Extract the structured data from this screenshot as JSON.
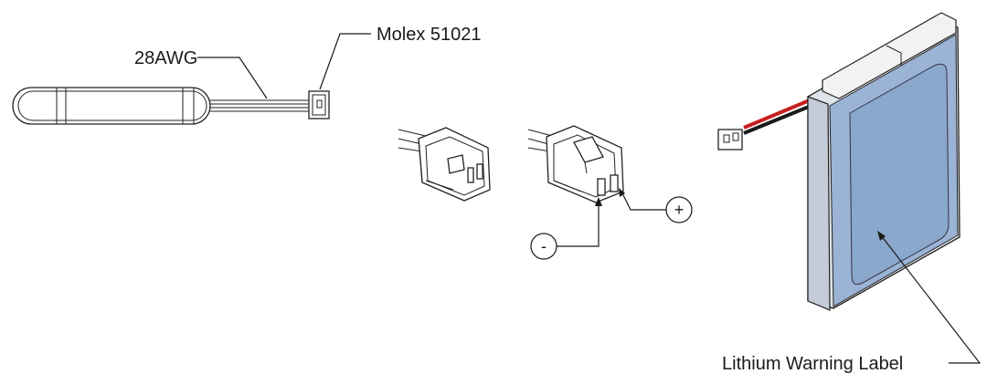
{
  "labels": {
    "wire_gauge": "28AWG",
    "connector": "Molex 51021",
    "warning_label": "Lithium Warning Label",
    "minus": "-",
    "plus": "+"
  },
  "colors": {
    "label_fill": "#9bb3d4",
    "label_inner": "#8aa7cc",
    "red_wire": "#c81e1e",
    "black_wire": "#1a1a1a",
    "outline": "#222222"
  },
  "icons": [
    "battery-side-view",
    "connector-front-view",
    "connector-angled-view",
    "battery-pack-3d"
  ]
}
